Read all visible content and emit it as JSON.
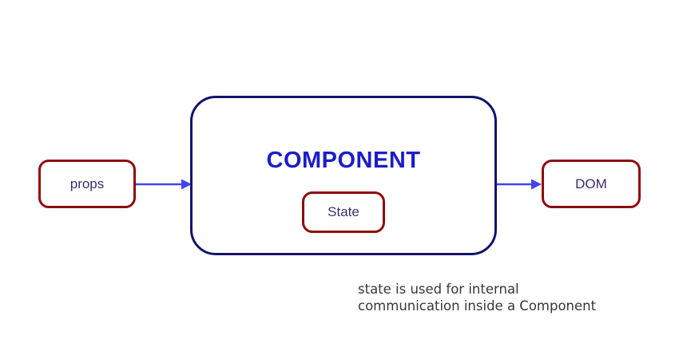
{
  "diagram": {
    "title": "COMPONENT",
    "nodes": {
      "props": {
        "label": "props"
      },
      "state": {
        "label": "State"
      },
      "dom": {
        "label": "DOM"
      }
    },
    "arrows": [
      {
        "name": "props-to-component",
        "direction": "right"
      },
      {
        "name": "component-to-dom",
        "direction": "right"
      }
    ],
    "caption": {
      "lines": [
        "state is used for internal",
        "communication inside a Component"
      ]
    },
    "colors": {
      "component_border": "#13136b",
      "component_title": "#1c1ccb",
      "small_box_border": "#8f0b0b",
      "box_label_text": "#3c2d6e",
      "arrow": "#4444ee",
      "caption_text": "#383838",
      "background": "#ffffff"
    }
  }
}
